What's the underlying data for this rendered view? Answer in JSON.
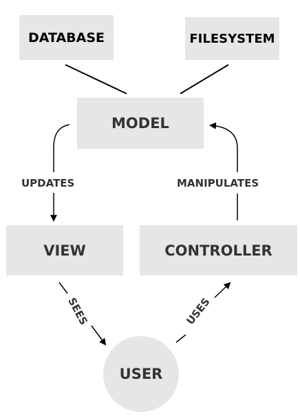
{
  "nodes": {
    "database": "DATABASE",
    "filesystem": "FILESYSTEM",
    "model": "MODEL",
    "view": "VIEW",
    "controller": "CONTROLLER",
    "user": "USER"
  },
  "edges": {
    "updates": "UPDATES",
    "manipulates": "MANIPULATES",
    "sees": "SEES",
    "uses": "USES"
  },
  "colors": {
    "node_fill": "#e6e6e6",
    "text_dark": "#333333",
    "line": "#000000"
  }
}
